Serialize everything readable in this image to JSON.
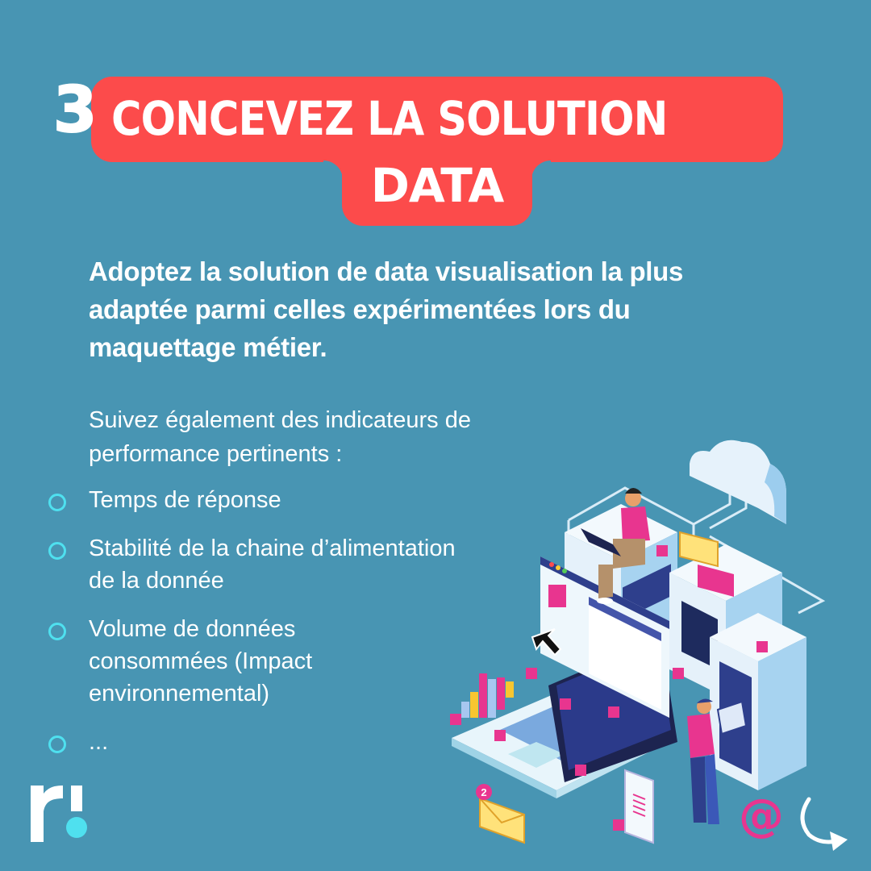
{
  "header": {
    "step_number": "3",
    "title_line1": "CONCEVEZ LA SOLUTION",
    "title_line2": "DATA"
  },
  "body": {
    "lead": "Adoptez la solution de data visualisation la plus adaptée parmi celles expérimentées lors du maquettage métier.",
    "intro": "Suivez également des indicateurs de performance pertinents :",
    "kpis": [
      "Temps de réponse",
      "Stabilité de la chaine d’alimentation de la donnée",
      "Volume de données consommées (Impact environnemental)",
      "..."
    ]
  },
  "illustration": {
    "notification_badge": "2",
    "at_symbol": "@"
  },
  "colors": {
    "background": "#4895b3",
    "banner": "#fc4b4b",
    "bullet": "#4fe0ef",
    "accent_pink": "#e8358f",
    "text": "#ffffff"
  },
  "icons": {
    "logo": "brand-logo-r-dot",
    "next": "curved-arrow-right-icon"
  }
}
